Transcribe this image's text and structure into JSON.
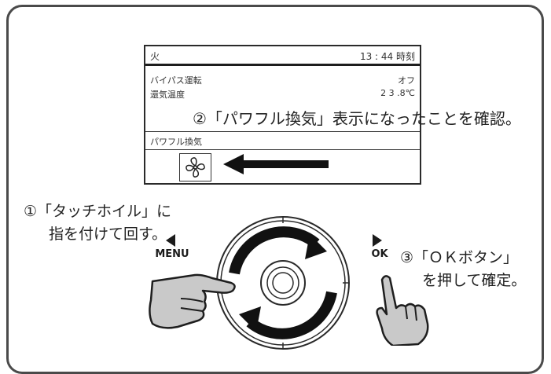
{
  "screen": {
    "day": "火",
    "clock": "13 : 44 時刻",
    "bypass_label": "バイパス運転",
    "bypass_value": "オフ",
    "temp_label": "還気温度",
    "temp_value": "2 3 .8℃",
    "powerful_label": "パワフル換気",
    "fan_icon": "fan-icon"
  },
  "callouts": {
    "step2": "②「パワフル換気」表示になったことを確認。",
    "step1_line1": "①「タッチホイル」に",
    "step1_line2": "指を付けて回す。",
    "step3_line1": "③「ＯＫボタン」",
    "step3_line2": "を押して確定。"
  },
  "controls": {
    "menu_label": "MENU",
    "ok_label": "OK"
  },
  "colors": {
    "hand_fill": "#c9c9c9",
    "outline": "#1e1e1e"
  }
}
